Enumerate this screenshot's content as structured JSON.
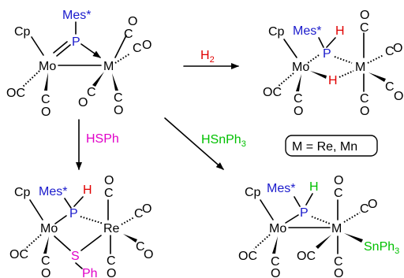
{
  "atoms": {
    "Cp": "Cp",
    "Mo": "Mo",
    "M": "M",
    "Re": "Re",
    "P": "P",
    "H": "H",
    "S": "S",
    "Ph": "Ph",
    "SnPh3": "SnPh",
    "SnPh3_sub": "3",
    "Mes": "Mes*",
    "CO_C": "C",
    "CO_O": "O",
    "OC": "OC"
  },
  "reagents": {
    "h2": "H",
    "h2_sub": "2",
    "hsph": "HSPh",
    "hsnph3": "HSnPh",
    "hsnph3_sub": "3"
  },
  "legend": "M = Re, Mn",
  "colors": {
    "mes_and_p": "#1a1acc",
    "hydride": "#e00000",
    "thiolate_and_hsph": "#e000c8",
    "tin_and_hsnph3": "#00c000"
  }
}
